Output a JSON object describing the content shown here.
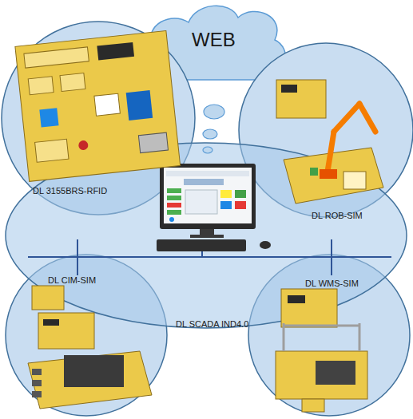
{
  "diagram": {
    "nodes": [
      {
        "text": [
          "WEB"
        ]
      },
      {
        "text": [
          "DL 3155BRS-RFID"
        ]
      },
      {
        "text": [
          "DL ROB-SIM"
        ]
      },
      {
        "text": [
          "DL SCADA IND4.0"
        ]
      },
      {
        "text": [
          "DL CIM-SIM"
        ]
      },
      {
        "text": [
          "DL WMS-SIM"
        ]
      }
    ]
  }
}
